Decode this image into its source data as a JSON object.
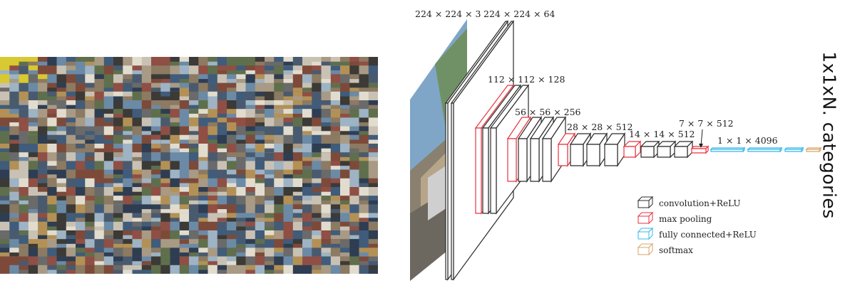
{
  "mosaic": {
    "description_icon": "image-dataset-mosaic"
  },
  "labels": {
    "input": "224 × 224 × 3",
    "conv1": "224 × 224 × 64",
    "conv2": "112 × 112 × 128",
    "conv3": "56 × 56 × 256",
    "conv4": "28 × 28 × 512",
    "conv5": "14 × 14 × 512",
    "pool5": "7 × 7 × 512",
    "fc": "1 × 1 × 4096"
  },
  "legend": {
    "conv": "convolution+ReLU",
    "pool": "max pooling",
    "fc": "fully connected+ReLU",
    "softmax": "softmax"
  },
  "side_label": "1x1xN. categories",
  "colors": {
    "conv": "#2b2b2b",
    "pool": "#e8323c",
    "fc": "#35b8e8",
    "softmax": "#d9a56a"
  }
}
